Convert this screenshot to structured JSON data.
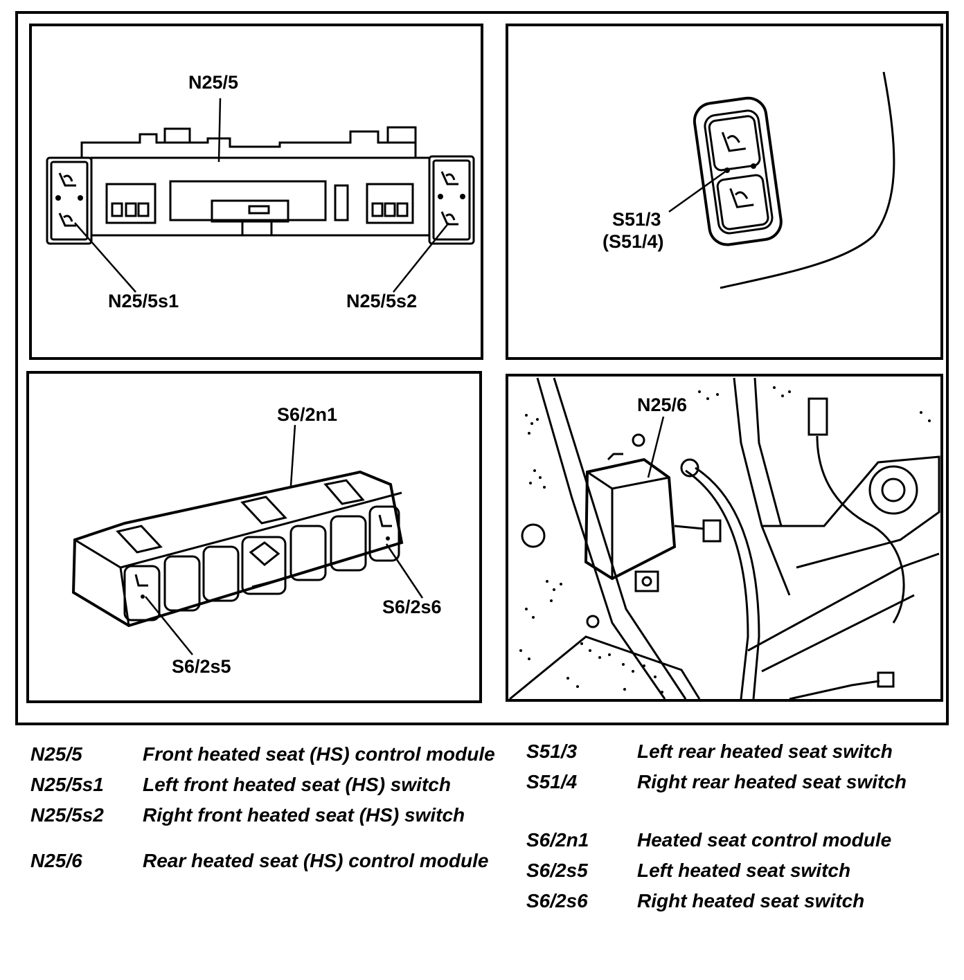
{
  "panels": {
    "front_module": {
      "main_label": "N25/5",
      "left_switch_label": "N25/5s1",
      "right_switch_label": "N25/5s2"
    },
    "rear_switch": {
      "label_line1": "S51/3",
      "label_line2": "(S51/4)"
    },
    "console_module": {
      "main_label": "S6/2n1",
      "right_switch_label": "S6/2s6",
      "left_switch_label": "S6/2s5"
    },
    "rear_module": {
      "main_label": "N25/6"
    }
  },
  "legend": {
    "left": [
      {
        "code": "N25/5",
        "desc": "Front heated seat (HS) control module"
      },
      {
        "code": "N25/5s1",
        "desc": "Left front heated seat (HS) switch"
      },
      {
        "code": "N25/5s2",
        "desc": "Right front heated seat (HS) switch"
      },
      {
        "code": "N25/6",
        "desc": "Rear heated seat (HS) control module"
      }
    ],
    "right": [
      {
        "code": "S51/3",
        "desc": "Left rear heated seat switch"
      },
      {
        "code": "S51/4",
        "desc": "Right rear heated seat switch"
      },
      {
        "code": "S6/2n1",
        "desc": "Heated seat control module"
      },
      {
        "code": "S6/2s5",
        "desc": "Left heated seat switch"
      },
      {
        "code": "S6/2s6",
        "desc": "Right heated seat switch"
      }
    ]
  },
  "colors": {
    "ink": "#000000",
    "paper": "#ffffff"
  }
}
